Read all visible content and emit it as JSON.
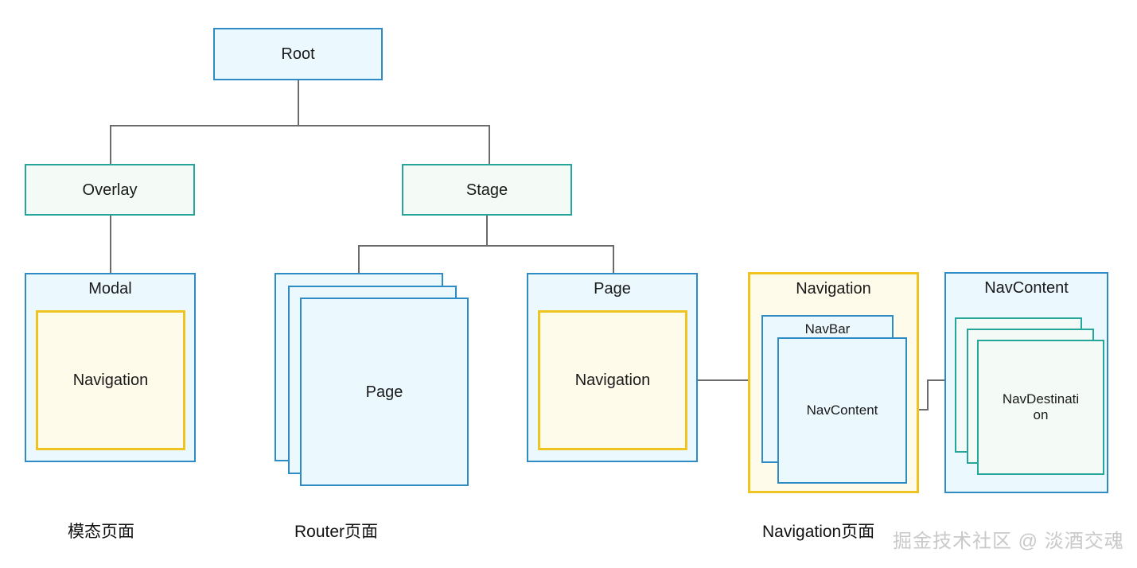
{
  "diagram": {
    "title": "Page architecture tree",
    "colors": {
      "blue_border": "#2E8BC4",
      "blue_fill": "#EBF8FE",
      "teal_border": "#26A69A",
      "teal_fill": "#F4FAF6",
      "yellow_border": "#F0C420",
      "yellow_fill": "#FFFBEB",
      "line": "#6B6B6B",
      "text": "#1A1A1A",
      "watermark": "#C9C9C9"
    },
    "nodes": {
      "root": {
        "label": "Root",
        "type": "blue"
      },
      "overlay": {
        "label": "Overlay",
        "type": "teal"
      },
      "stage": {
        "label": "Stage",
        "type": "teal"
      },
      "modal": {
        "label": "Modal",
        "type": "blue"
      },
      "modal_navigation": {
        "label": "Navigation",
        "type": "yellow"
      },
      "router_page_stack": {
        "label": "Page",
        "type": "blue",
        "cards": 3
      },
      "page": {
        "label": "Page",
        "type": "blue"
      },
      "page_navigation": {
        "label": "Navigation",
        "type": "yellow"
      },
      "navigation": {
        "label": "Navigation",
        "type": "yellow"
      },
      "navbar": {
        "label": "NavBar",
        "type": "blue"
      },
      "nav_content_inner": {
        "label": "NavContent",
        "type": "blue"
      },
      "nav_content": {
        "label": "NavContent",
        "type": "blue"
      },
      "nav_destination_stack": {
        "label": "NavDestinati\non",
        "type": "teal",
        "cards": 3
      }
    },
    "captions": [
      {
        "id": "modal-page",
        "text": "模态页面"
      },
      {
        "id": "router-page",
        "text": "Router页面"
      },
      {
        "id": "navigation-page",
        "text": "Navigation页面"
      }
    ],
    "watermark": "掘金技术社区 @ 淡酒交魂"
  }
}
